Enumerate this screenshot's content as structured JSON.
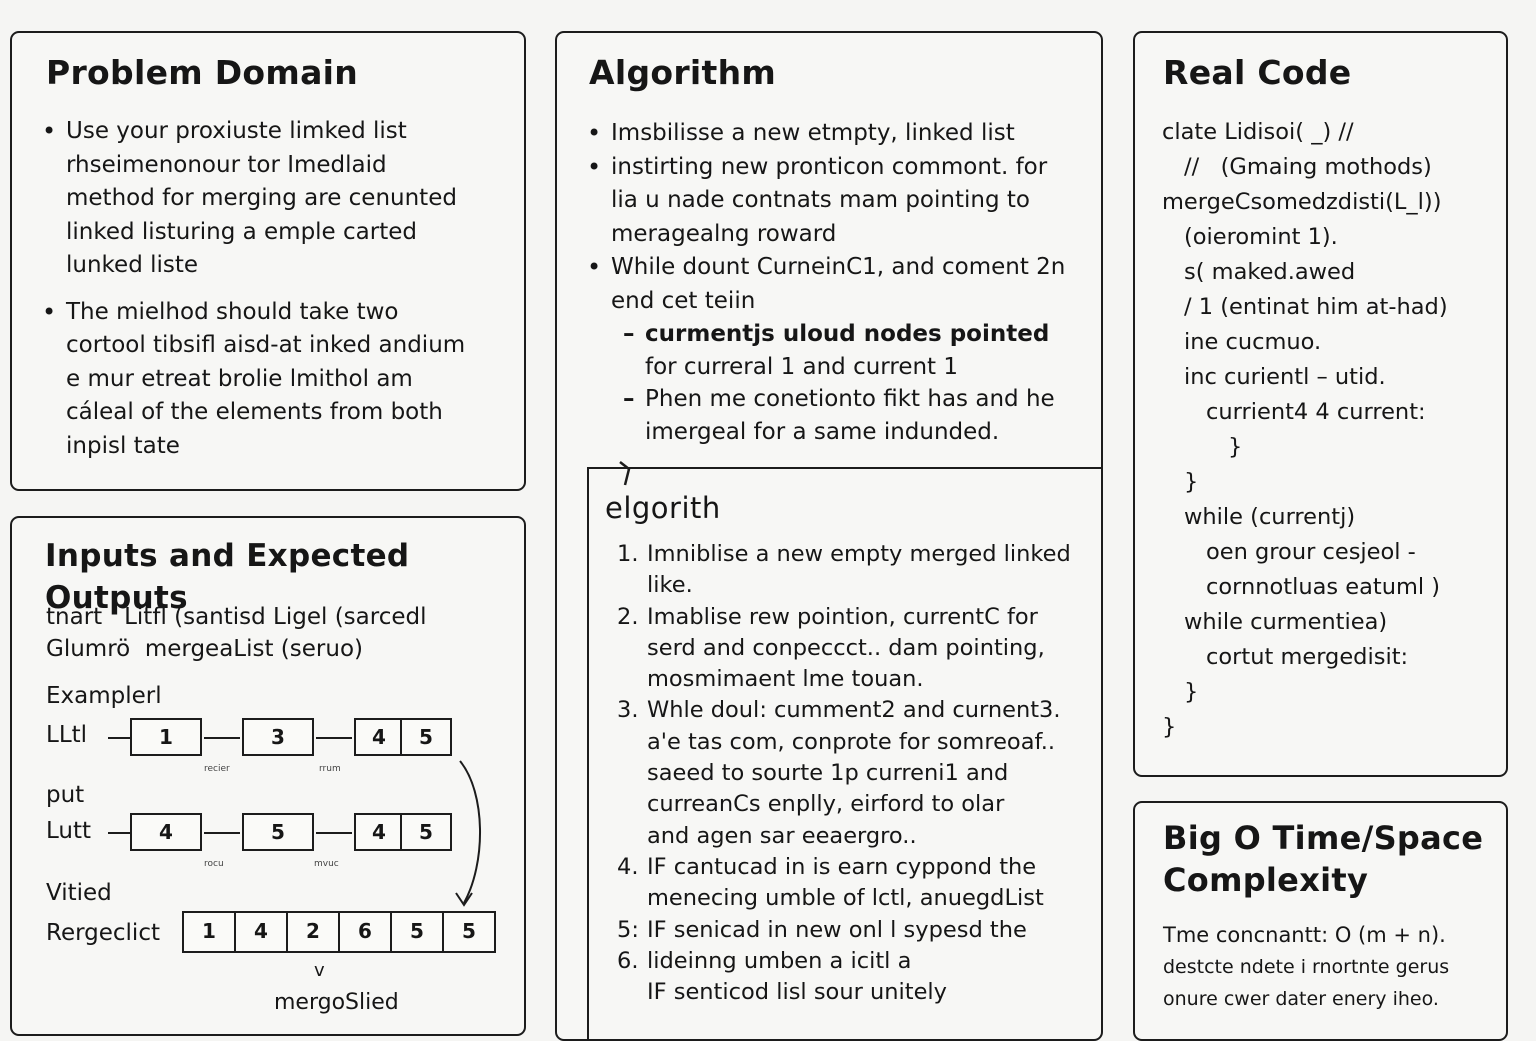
{
  "problem": {
    "title": "Problem Domain",
    "bullets": [
      [
        "Use your proxiuste limked list",
        "rhseimenonour tor Imedlaid",
        "method for merging are cenunted",
        "linked listuring a emple carted",
        "lunked liste"
      ],
      [
        "The mielhod should take two",
        "cortool tibsifl aisd-at inked andium",
        "e mur etreat brolie lmithol am",
        "cáleal of the elements from both",
        "inpisl tate"
      ]
    ]
  },
  "inputs": {
    "title": "Inputs and Expected Outputs",
    "line1": "tnart   Litfl (santisd Ligel (sarcedl",
    "line2": "Glumrö  mergeaList (seruo)",
    "example_label": "Examplerl",
    "row1_label": "LLtl",
    "row1_nodes": [
      "1",
      "3",
      "4",
      "5"
    ],
    "row1_small": [
      "recier",
      "rrum"
    ],
    "put_label": "put",
    "row2_label": "Lutt",
    "row2_nodes": [
      "4",
      "5",
      "4",
      "5"
    ],
    "row2_small": [
      "rocu",
      "mvuc"
    ],
    "vited_label": "Vitied",
    "merged_label": "Rergeclict",
    "merged_cells": [
      "1",
      "4",
      "2",
      "6",
      "5",
      "5"
    ],
    "arrow_down": "v",
    "bottom_label": "mergoSlied"
  },
  "algorithm": {
    "title": "Algorithm",
    "bullets": [
      [
        "Imsbilisse a new etmpty, linked list"
      ],
      [
        "instirting new pronticon commont. for",
        "lia u nade contnats mam pointing to",
        "meragealng roward"
      ],
      [
        "While dount CurneinC1, and coment 2n",
        "end cet teiin"
      ]
    ],
    "dashes": [
      [
        "curmentjs uloud nodes pointed",
        "for curreral 1 and current 1"
      ],
      [
        "Phen me conetionto fikt has and he",
        "imergeal for a same indunded."
      ]
    ]
  },
  "algo2": {
    "title": "elgorith",
    "steps": [
      {
        "n": "1.",
        "lines": [
          "Imniblise a new empty merged linked",
          "like."
        ]
      },
      {
        "n": "2.",
        "lines": [
          "Imablise rew pointion, currentC for",
          "serd and conpeccct.. dam pointing,",
          "mosmimaent lme touan."
        ]
      },
      {
        "n": "3.",
        "lines": [
          "Whle doul: cumment2 and curnent3.",
          "a'e tas com, conprote for somreoaf..",
          "saeed to sourte 1p curreni1 and",
          "curreanCs enplly, eirford to olar",
          "and agen sar eeaergro.."
        ]
      },
      {
        "n": "4.",
        "lines": [
          "IF cantucad in is earn cyppond the",
          "menecing umble of lctl, anuegdList"
        ]
      },
      {
        "n": "5:",
        "lines": [
          "IF senicad in new onl l sypesd the"
        ]
      },
      {
        "n": "6.",
        "lines": [
          "lideinng umben a icitl a",
          "IF senticod lisl sour unitely"
        ]
      }
    ]
  },
  "code": {
    "title": "Real Code",
    "lines": [
      {
        "t": "clate Lidisoi( _) //",
        "i": 0
      },
      {
        "t": "//   (Gmaing mothods)",
        "i": 1
      },
      {
        "t": "mergeCsomedzdisti(L_l))",
        "i": 0
      },
      {
        "t": "(oieromint 1).",
        "i": 1
      },
      {
        "t": "s( maked.awed",
        "i": 1
      },
      {
        "t": "/ 1 (entinat him at-had)",
        "i": 1
      },
      {
        "t": "ine cucmuo.",
        "i": 1
      },
      {
        "t": "inc curientl – utid.",
        "i": 1
      },
      {
        "t": "currient4 4 current:",
        "i": 2
      },
      {
        "t": "}",
        "i": 3
      },
      {
        "t": "}",
        "i": 1
      },
      {
        "t": "while (currentj)",
        "i": 1
      },
      {
        "t": "oen grour cesjeol -",
        "i": 2
      },
      {
        "t": "cornnotluas eatuml )",
        "i": 2
      },
      {
        "t": "while curmentiea)",
        "i": 1
      },
      {
        "t": "cortut mergedisit:",
        "i": 2
      },
      {
        "t": "}",
        "i": 1
      },
      {
        "t": "}",
        "i": 0
      }
    ]
  },
  "bigo": {
    "title_line1": "Big O Time/Space",
    "title_line2": "Complexity",
    "lines": [
      "Tme concnantt: O (m + n).",
      "destcte ndete i rnortnte gerus",
      "onure cwer dater enery iheo."
    ]
  }
}
